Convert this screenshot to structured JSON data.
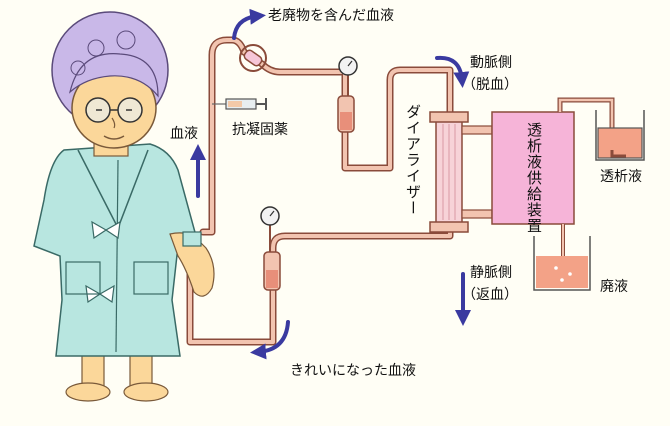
{
  "labels": {
    "top_waste_blood": "老廃物を含んだ血液",
    "anticoagulant": "抗凝固薬",
    "blood": "血液",
    "artery_side": "動脈側",
    "artery_sub": "（脱血）",
    "vein_side": "静脈側",
    "vein_sub": "（返血）",
    "dialyzer": "ダイアライザー",
    "supply_device": "透析液供給装置",
    "dialysate": "透析液",
    "waste_fluid": "廃液",
    "clean_blood": "きれいになった血液"
  },
  "colors": {
    "tube": "#f2c4b0",
    "tube_outline": "#8a4b3a",
    "arrow": "#3a3aa0",
    "device": "#f6b4d8",
    "dialysate_fill": "#f3a287",
    "gown": "#b8e6e0",
    "hair": "#c9b8e8",
    "skin": "#fbd79a",
    "background": "#fffef5"
  }
}
